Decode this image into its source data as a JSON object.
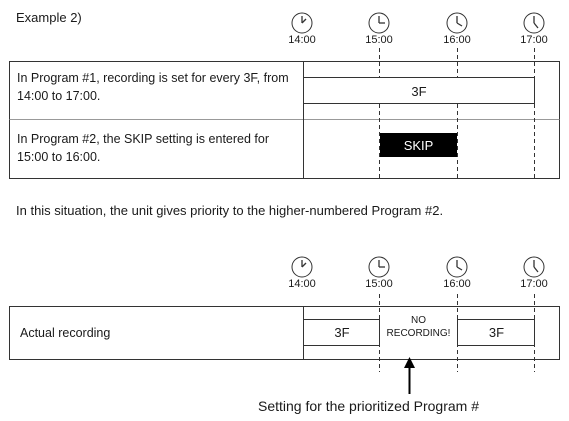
{
  "title": "Example 2)",
  "times": [
    "14:00",
    "15:00",
    "16:00",
    "17:00"
  ],
  "clock_icon": "clock-icon",
  "table1": {
    "row1_text": "In Program #1, recording is set for every 3F, from 14:00 to 17:00.",
    "row1_bar": "3F",
    "row2_text": "In Program #2, the SKIP setting is entered for 15:00 to 16:00.",
    "row2_bar": "SKIP"
  },
  "sentence": "In this situation, the unit gives priority to the higher-numbered Program #2.",
  "table2": {
    "row_text": "Actual recording",
    "bar_left": "3F",
    "no_recording_line1": "NO",
    "no_recording_line2": "RECORDING!",
    "bar_right": "3F"
  },
  "footer": "Setting for the prioritized Program #"
}
